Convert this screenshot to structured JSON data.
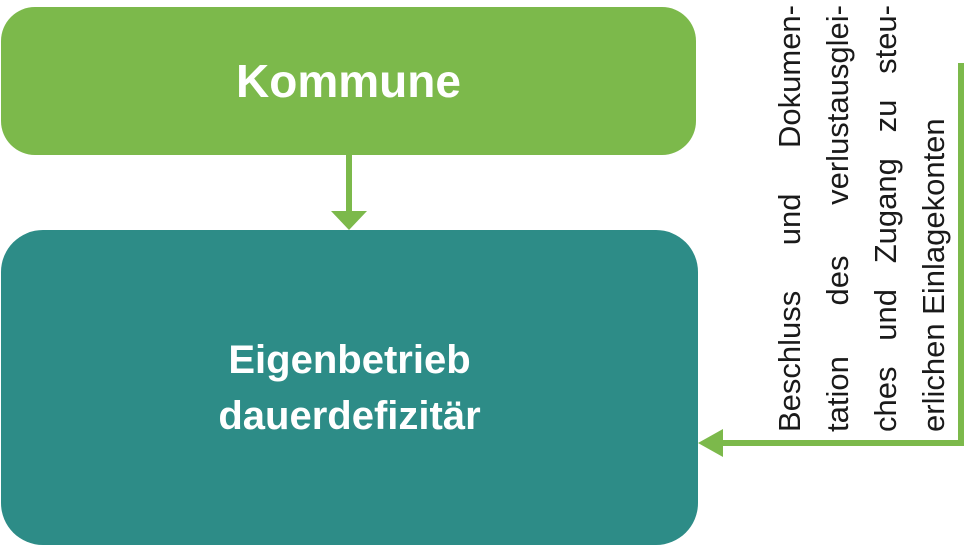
{
  "diagram": {
    "nodes": [
      {
        "id": "kommune",
        "label": "Kommune"
      },
      {
        "id": "eigenbetrieb",
        "lines": [
          "Eigenbetrieb",
          "dauerdefizitär"
        ]
      }
    ],
    "edges": [
      {
        "id": "kommune-to-eigenbetrieb",
        "from": "kommune",
        "to": "eigenbetrieb",
        "style": "straight-arrow-down"
      },
      {
        "id": "annotation-to-eigenbetrieb",
        "from": "annotation",
        "to": "eigenbetrieb",
        "style": "elbow-arrow-left"
      }
    ],
    "annotation": {
      "lines": [
        "Beschluss und Dokumen-",
        "tation des verlustausglei-",
        "ches und Zugang zu steu-",
        "erlichen Einlagekonten"
      ],
      "full_text": "Beschluss und Dokumentation des verlustausgleiches und Zugang zu steuerlichen Einlagekonten"
    },
    "colors": {
      "green": "#7cb94b",
      "teal": "#2d8c87",
      "box_text": "#ffffff",
      "annotation_text": "#1a1a1a"
    }
  }
}
